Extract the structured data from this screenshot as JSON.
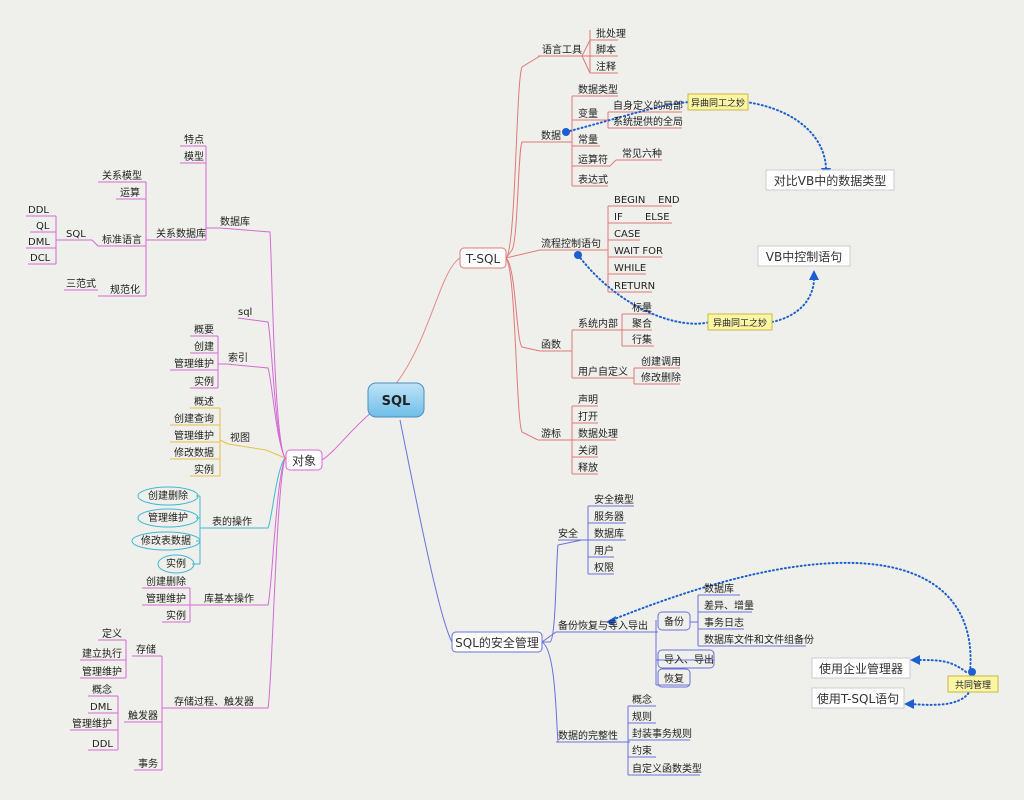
{
  "root": "SQL",
  "tsql": {
    "label": "T-SQL",
    "lang_tools": {
      "label": "语言工具",
      "items": [
        "批处理",
        "脚本",
        "注释"
      ]
    },
    "data": {
      "label": "数据",
      "datatype": "数据类型",
      "variable": {
        "label": "变量",
        "items": [
          "自身定义的局部",
          "系统提供的全局"
        ]
      },
      "constant": "常量",
      "operator": {
        "label": "运算符",
        "item": "常见六种"
      },
      "expression": "表达式"
    },
    "flow": {
      "label": "流程控制语句",
      "items": [
        "BEGIN    END",
        "IF       ELSE",
        "CASE",
        "WAIT FOR",
        "WHILE",
        "RETURN"
      ]
    },
    "functions": {
      "label": "函数",
      "system": {
        "label": "系统内部",
        "items": [
          "标量",
          "聚合",
          "行集"
        ]
      },
      "user": {
        "label": "用户自定义",
        "items": [
          "创建调用",
          "修改删除"
        ]
      }
    },
    "cursor": {
      "label": "游标",
      "items": [
        "声明",
        "打开",
        "数据处理",
        "关闭",
        "释放"
      ]
    }
  },
  "security_mgmt": {
    "label": "SQL的安全管理",
    "security": {
      "label": "安全",
      "items": [
        "安全模型",
        "服务器",
        "数据库",
        "用户",
        "权限"
      ]
    },
    "backup_restore": {
      "label": "备份恢复与导入导出",
      "backup": {
        "label": "备份",
        "items": [
          "数据库",
          "差异、增量",
          "事务日志",
          "数据库文件和文件组备份"
        ]
      },
      "import_export": "导入、导出",
      "restore": "恢复"
    },
    "integrity": {
      "label": "数据的完整性",
      "items": [
        "概念",
        "规则",
        "封装事务规则",
        "约束",
        "自定义函数类型"
      ]
    }
  },
  "objects": {
    "label": "对象",
    "database": {
      "label": "数据库",
      "features": "特点",
      "model": "模型",
      "relational": {
        "label": "关系数据库",
        "relational_model": "关系模型",
        "operations": "运算",
        "standard_lang": {
          "label": "标准语言",
          "sql": "SQL",
          "items": [
            "DDL",
            "QL",
            "DML",
            "DCL"
          ]
        },
        "normalization": {
          "label": "规范化",
          "item": "三范式"
        }
      }
    },
    "sql": "sql",
    "index": {
      "label": "索引",
      "items": [
        "概要",
        "创建",
        "管理维护",
        "实例"
      ]
    },
    "view": {
      "label": "视图",
      "items": [
        "概述",
        "创建查询",
        "管理维护",
        "修改数据",
        "实例"
      ]
    },
    "table_ops": {
      "label": "表的操作",
      "items": [
        "创建删除",
        "管理维护",
        "修改表数据",
        "实例"
      ]
    },
    "db_ops": {
      "label": "库基本操作",
      "items": [
        "创建删除",
        "管理维护",
        "实例"
      ]
    },
    "procs": {
      "label": "存储过程、触发器",
      "storage": {
        "label": "存储",
        "items": [
          "定义",
          "建立执行",
          "管理维护"
        ]
      },
      "trigger": {
        "label": "触发器",
        "items": [
          "概念",
          "DML",
          "管理维护",
          "DDL"
        ]
      },
      "transaction": "事务"
    }
  },
  "notes": {
    "same_effect": "异曲同工之妙",
    "compare_vb": "对比VB中的数据类型",
    "vb_control": "VB中控制语句",
    "shared_mgmt": "共同管理",
    "enterprise_mgr": "使用企业管理器",
    "tsql_stmt": "使用T-SQL语句"
  }
}
